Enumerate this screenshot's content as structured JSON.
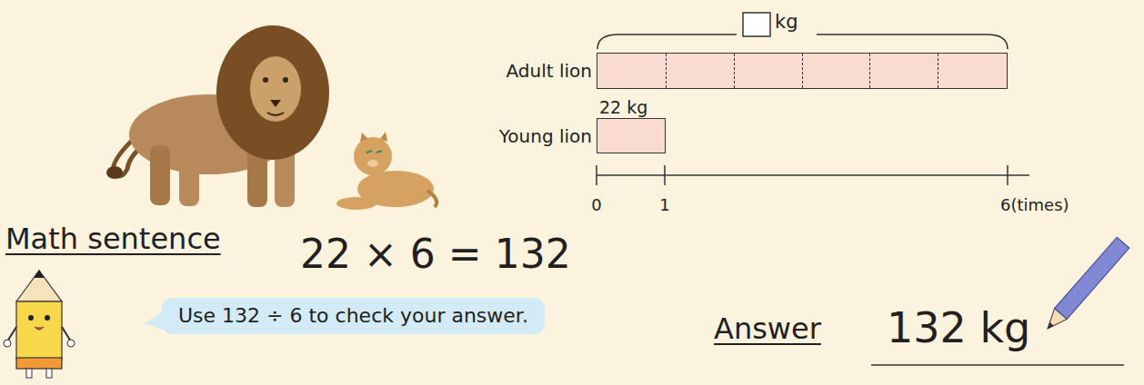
{
  "diagram": {
    "nodes": [
      {
        "text": [
          "Adult lion"
        ]
      },
      {
        "text": [
          "22 kg",
          "Young lion"
        ]
      },
      {
        "text": [
          "Use 132 ÷ 6 to check your answer."
        ]
      }
    ],
    "labels": [
      "kg",
      "0",
      "1",
      "6(times)",
      "Math sentence",
      "22 × 6 = 132",
      "Answer",
      "132 kg"
    ]
  }
}
